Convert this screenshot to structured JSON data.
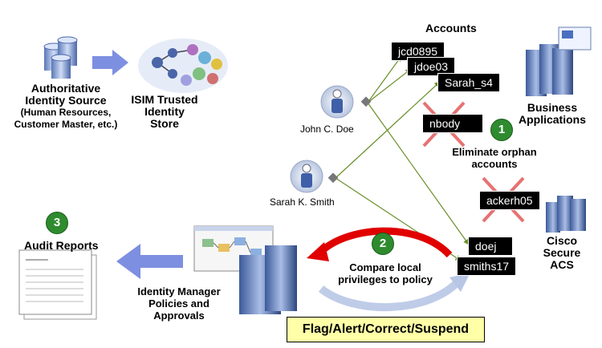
{
  "identity_source": {
    "title": "Authoritative",
    "title2": "Identity Source",
    "sub1": "(Human Resources,",
    "sub2": "Customer Master, etc.)"
  },
  "trusted_store": {
    "line1": "ISIM Trusted",
    "line2": "Identity",
    "line3": "Store"
  },
  "accounts_heading": "Accounts",
  "accounts": {
    "a1": "jcd0895",
    "a2": "jdoe03",
    "a3": "Sarah_s4",
    "orphan1": "nbody",
    "orphan2": "ackerh05",
    "a4": "doej",
    "a5": "smiths17"
  },
  "people": {
    "p1": "John C. Doe",
    "p2": "Sarah K. Smith"
  },
  "business_apps": {
    "line1": "Business",
    "line2": "Applications"
  },
  "cisco": {
    "line1": "Cisco",
    "line2": "Secure",
    "line3": "ACS"
  },
  "steps": {
    "s1": {
      "num": "1",
      "line1": "Eliminate orphan",
      "line2": "accounts"
    },
    "s2": {
      "num": "2",
      "line1": "Compare local",
      "line2": "privileges to policy"
    },
    "s3": {
      "num": "3",
      "label": "Audit Reports"
    }
  },
  "identity_manager": {
    "line1": "Identity Manager",
    "line2": "Policies and",
    "line3": "Approvals"
  },
  "flag_box": "Flag/Alert/Correct/Suspend",
  "colors": {
    "green": "#2e8b2e",
    "red": "#e00000",
    "blue_arrow": "#7d8fe0",
    "link_green": "#6a8f2a",
    "flag_bg": "#ffffa8"
  }
}
